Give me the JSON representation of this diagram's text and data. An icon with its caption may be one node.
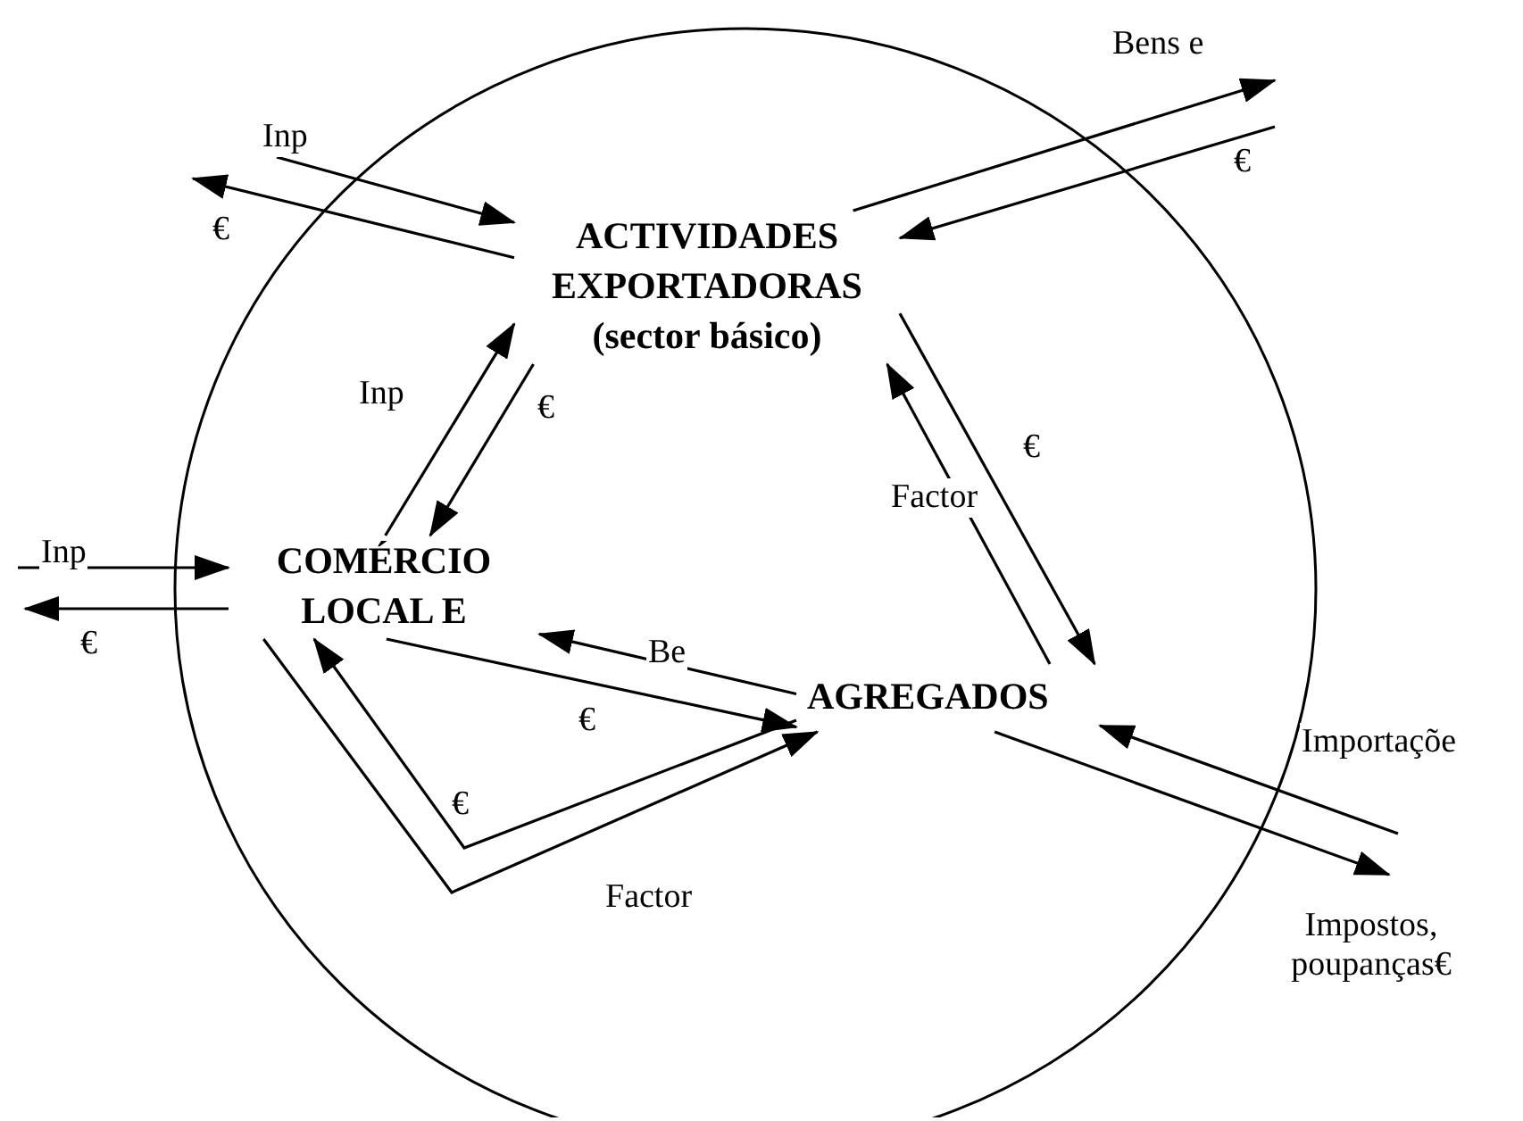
{
  "diagram": {
    "nodes": [
      {
        "text": [],
        "shape": "circle"
      },
      {
        "text": [
          "ACTIVIDADES EXPORTADORAS (sector básico)"
        ],
        "in": 0
      },
      {
        "text": [
          "COMÉRCIO LOCAL E"
        ],
        "in": 0
      },
      {
        "text": [
          "AGREGADOS"
        ],
        "in": 0
      }
    ],
    "edges": [
      {
        "from": null,
        "to": 1,
        "arrow": "to",
        "label": "Inp"
      },
      {
        "from": 1,
        "to": null,
        "arrow": "to",
        "label": "€"
      },
      {
        "from": 1,
        "to": null,
        "arrow": "to",
        "label": "Bens e"
      },
      {
        "from": null,
        "to": 1,
        "arrow": "to",
        "label": "€"
      },
      {
        "from": 2,
        "to": 1,
        "arrow": "to",
        "label": "Inp"
      },
      {
        "from": 1,
        "to": 2,
        "arrow": "to",
        "label": "€"
      },
      {
        "from": 3,
        "to": 1,
        "arrow": "to",
        "label": "Factor"
      },
      {
        "from": 1,
        "to": 3,
        "arrow": "to",
        "label": "€"
      },
      {
        "from": null,
        "to": 2,
        "arrow": "to",
        "label": "Inp"
      },
      {
        "from": 2,
        "to": null,
        "arrow": "to",
        "label": "€"
      },
      {
        "from": 3,
        "to": 2,
        "arrow": "to",
        "label": "Be"
      },
      {
        "from": 2,
        "to": 3,
        "arrow": "to",
        "label": "€"
      },
      {
        "from": 3,
        "to": 2,
        "arrow": "to",
        "label": "€"
      },
      {
        "from": 2,
        "to": 3,
        "arrow": "to",
        "label": "Factor"
      },
      {
        "from": null,
        "to": 3,
        "arrow": "to",
        "label": "Importaçõe"
      },
      {
        "from": 3,
        "to": null,
        "arrow": "to",
        "label": "Impostos, poupanças€"
      }
    ]
  }
}
